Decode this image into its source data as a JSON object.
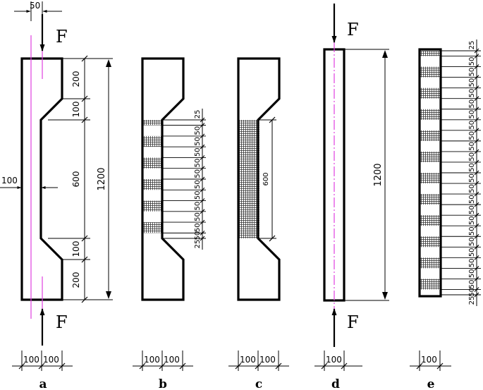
{
  "panels": {
    "a": {
      "label": "a",
      "force_top": "F",
      "force_bottom": "F",
      "dims": {
        "top_width": "50",
        "waist_width": "100",
        "seg1": "200",
        "seg2": "100",
        "seg3": "600",
        "seg4": "100",
        "seg5": "200",
        "total": "1200",
        "bottom_left": "100",
        "bottom_right": "100"
      }
    },
    "b": {
      "label": "b",
      "top_end": "25",
      "bottom_end": "25",
      "spacing": [
        "50",
        "50",
        "50",
        "50",
        "50",
        "50",
        "50",
        "50",
        "50",
        "50",
        "50"
      ],
      "bottom_left": "100",
      "bottom_right": "100"
    },
    "c": {
      "label": "c",
      "mesh_length": "600",
      "bottom_left": "100",
      "bottom_right": "100"
    },
    "d": {
      "label": "d",
      "force_top": "F",
      "force_bottom": "F",
      "total": "1200",
      "bottom_width": "100"
    },
    "e": {
      "label": "e",
      "top_end": "25",
      "bottom_end": "25",
      "spacing": [
        "50",
        "50",
        "50",
        "50",
        "50",
        "50",
        "50",
        "50",
        "50",
        "50",
        "50",
        "50",
        "50",
        "50",
        "50",
        "50",
        "50",
        "50",
        "50",
        "50",
        "50",
        "50",
        "50"
      ],
      "bottom_width": "100"
    }
  }
}
